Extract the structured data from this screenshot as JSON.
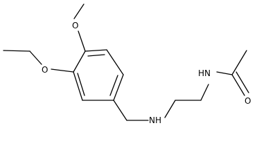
{
  "molecule": {
    "atoms": {
      "methoxy_o": "O",
      "ethoxy_o": "O",
      "amine_n": "NH",
      "amide_n": "HN",
      "carbonyl_o": "O"
    }
  },
  "colors": {
    "bond": "#000000",
    "background": "#ffffff"
  }
}
